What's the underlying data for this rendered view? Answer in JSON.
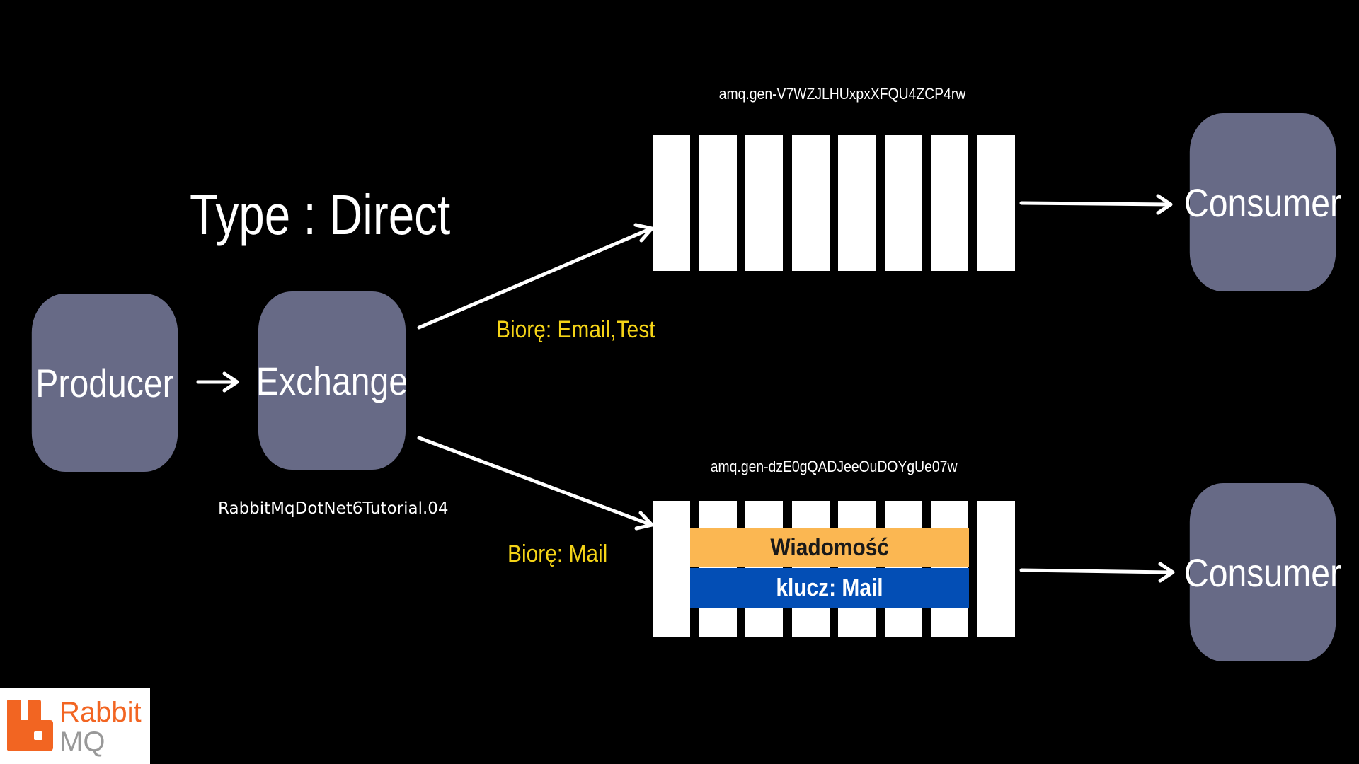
{
  "title": "Type : Direct",
  "producer": {
    "label": "Producer"
  },
  "exchange": {
    "label": "Exchange"
  },
  "tutorial_label": "RabbitMqDotNet6Tutorial.04",
  "queues": [
    {
      "name": "amq.gen-V7WZJLHUxpxXFQU4ZCP4rw",
      "binding": "Biorę: Email,Test",
      "consumer": "Consumer"
    },
    {
      "name": "amq.gen-dzE0gQADJeeOuDOYgUe07w",
      "binding": "Biorę: Mail",
      "consumer": "Consumer"
    }
  ],
  "message": {
    "title": "Wiadomość",
    "key": "klucz: Mail"
  },
  "logo": {
    "line1": "Rabbit",
    "line2": "MQ",
    "icon": "rabbitmq-logo-icon"
  },
  "colors": {
    "node": "#676a86",
    "binding_text": "#f5d417",
    "message_top": "#fbb752",
    "message_bottom": "#034eb5",
    "logo_orange": "#f26522"
  }
}
